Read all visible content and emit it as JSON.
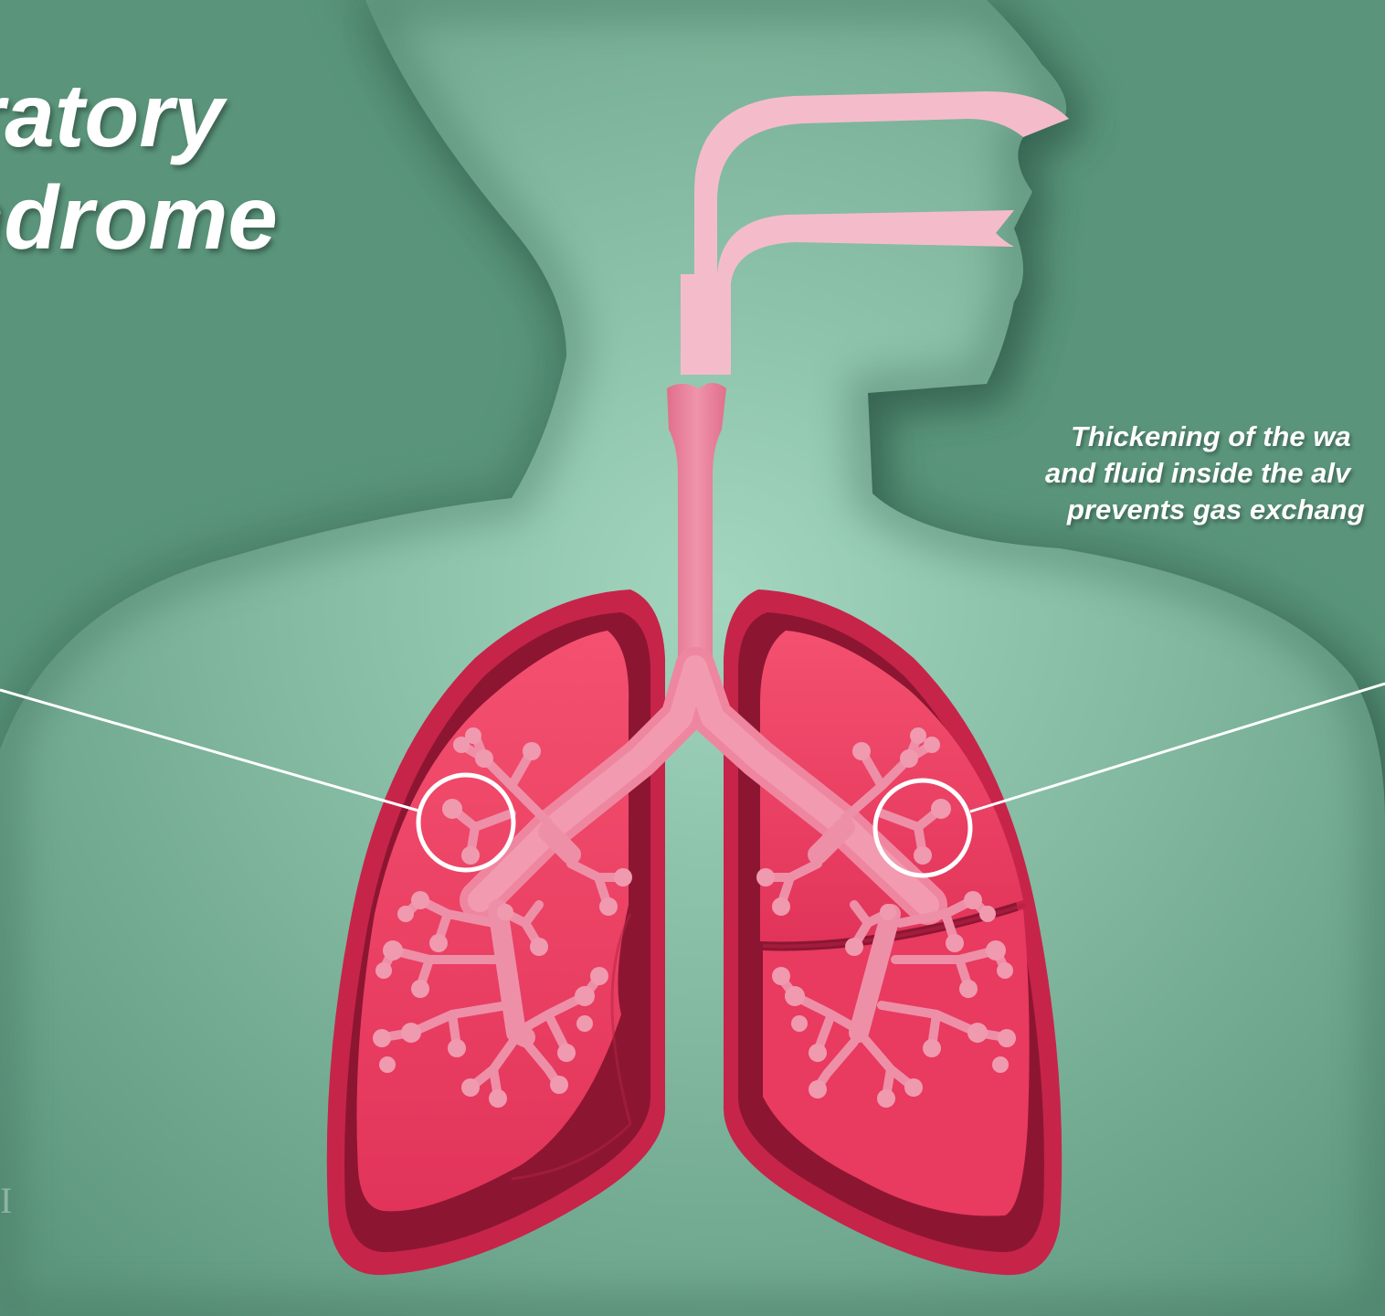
{
  "title": {
    "line1": "piratory",
    "line2": "yndrome"
  },
  "caption": {
    "line1": "Thickening of the wa",
    "line2": "and fluid inside the alv",
    "line3": "prevents gas exchang"
  },
  "corner_mark": "I",
  "colors": {
    "background": "#5f9980",
    "background_glow": "#9fd3bd",
    "body_silhouette": "#7fb49c",
    "shadow": "#2e5848",
    "airway": "#f3b8c6",
    "trachea": "#e97f9a",
    "lung_outer": "#c8244a",
    "lung_cavity": "#8e1733",
    "lung": "#ef3f62",
    "bronchioles": "#ee90a8",
    "highlight_circle": "#ffffff"
  }
}
